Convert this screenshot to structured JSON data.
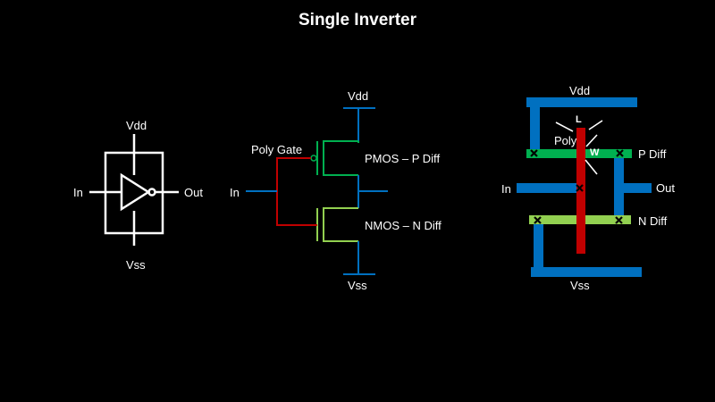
{
  "title": "Single Inverter",
  "colors": {
    "background": "#000000",
    "wire": "#ffffff",
    "metal": "#0070c0",
    "poly": "#c00000",
    "p_diff": "#00b050",
    "n_diff": "#92d050"
  },
  "symbol": {
    "vdd": "Vdd",
    "vss": "Vss",
    "in": "In",
    "out": "Out"
  },
  "schematic": {
    "vdd": "Vdd",
    "vss": "Vss",
    "in": "In",
    "poly_gate": "Poly Gate",
    "pmos": "PMOS – P Diff",
    "nmos": "NMOS – N Diff"
  },
  "layout": {
    "vdd": "Vdd",
    "vss": "Vss",
    "in": "In",
    "out": "Out",
    "p_diff": "P Diff",
    "n_diff": "N Diff",
    "poly": "Poly",
    "length": "L",
    "width": "W",
    "contact_icon": "x-mark"
  }
}
